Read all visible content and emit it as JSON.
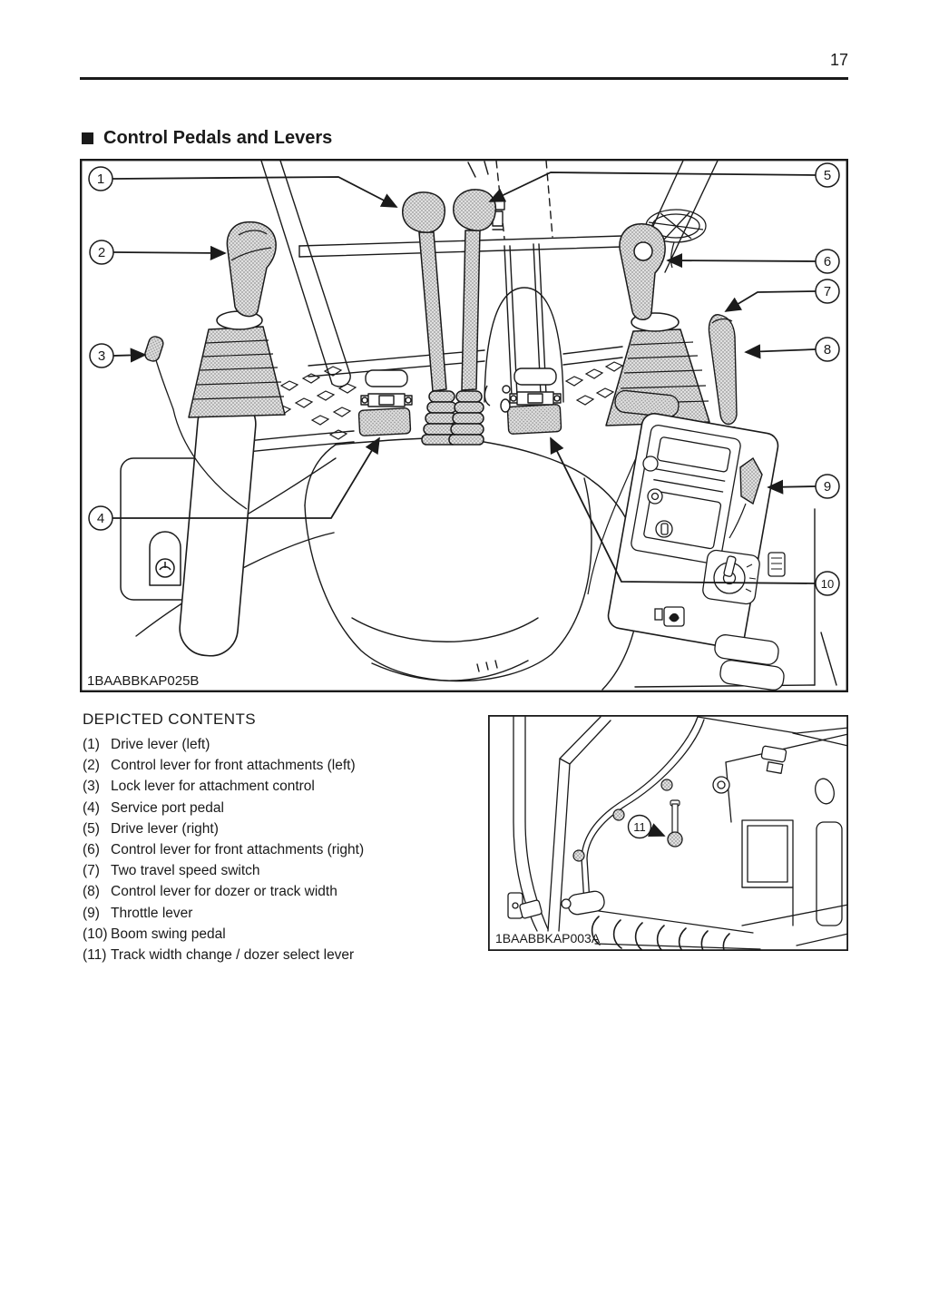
{
  "page": {
    "number": "17"
  },
  "section": {
    "title": "Control Pedals and Levers"
  },
  "figure1": {
    "caption": "1BAABBKAP025B",
    "callouts": [
      "1",
      "2",
      "3",
      "4",
      "5",
      "6",
      "7",
      "8",
      "9",
      "10"
    ]
  },
  "figure2": {
    "caption": "1BAABBKAP003A",
    "callout": "11"
  },
  "contents": {
    "heading": "DEPICTED CONTENTS",
    "items": [
      {
        "num": "(1)",
        "label": "Drive lever (left)"
      },
      {
        "num": "(2)",
        "label": "Control lever for front attachments (left)"
      },
      {
        "num": "(3)",
        "label": "Lock lever for attachment control"
      },
      {
        "num": "(4)",
        "label": "Service port pedal"
      },
      {
        "num": "(5)",
        "label": "Drive lever (right)"
      },
      {
        "num": "(6)",
        "label": "Control lever for front attachments (right)"
      },
      {
        "num": "(7)",
        "label": "Two travel speed switch"
      },
      {
        "num": "(8)",
        "label": "Control lever for dozer or track width"
      },
      {
        "num": "(9)",
        "label": "Throttle lever"
      },
      {
        "num": "(10)",
        "label": "Boom swing pedal"
      },
      {
        "num": "(11)",
        "label": "Track width change / dozer select lever"
      }
    ]
  },
  "colors": {
    "ink": "#1a1a1a",
    "paper": "#ffffff"
  }
}
